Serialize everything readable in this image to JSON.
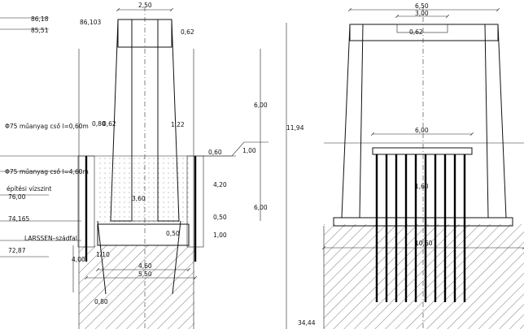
{
  "left_section": {
    "elevations": [
      "86,18",
      "86,103",
      "85,51",
      "76,00",
      "74,165",
      "72,87"
    ],
    "pipe_labels": [
      "Φ75 műanyag cső l=0,60m",
      "Φ75 műanyag cső l=4,60m"
    ],
    "construction_level_label": "építési vízszint",
    "sheet_pile_label": "LARSSEN–szádfal",
    "dimensions": {
      "top_width": "2,50",
      "top_height": "0,62",
      "offset_a": "0,80",
      "offset_b": "0,62",
      "offset_c": "1,22",
      "height_upper": "6,00",
      "height_total": "11,94",
      "small_1": "0,60",
      "small_2": "1,00",
      "height_mid": "4,20",
      "height_lower": "6,00",
      "base_inner": "3,60",
      "base_step": "0,50",
      "base_h": "0,50",
      "base_h2": "1,00",
      "pile_depth": "4,00",
      "slope": "1/10",
      "base_width_1": "4,60",
      "base_width_2": "5,50",
      "bottom_small": "0,80",
      "bottom_elev": "34,44"
    }
  },
  "right_section": {
    "dimensions": {
      "top_outer": "6,50",
      "top_inner": "3,00",
      "top_h": "0,62",
      "inner_width": "6,00",
      "inner_h": "1,60",
      "base_width": "10,60"
    }
  }
}
